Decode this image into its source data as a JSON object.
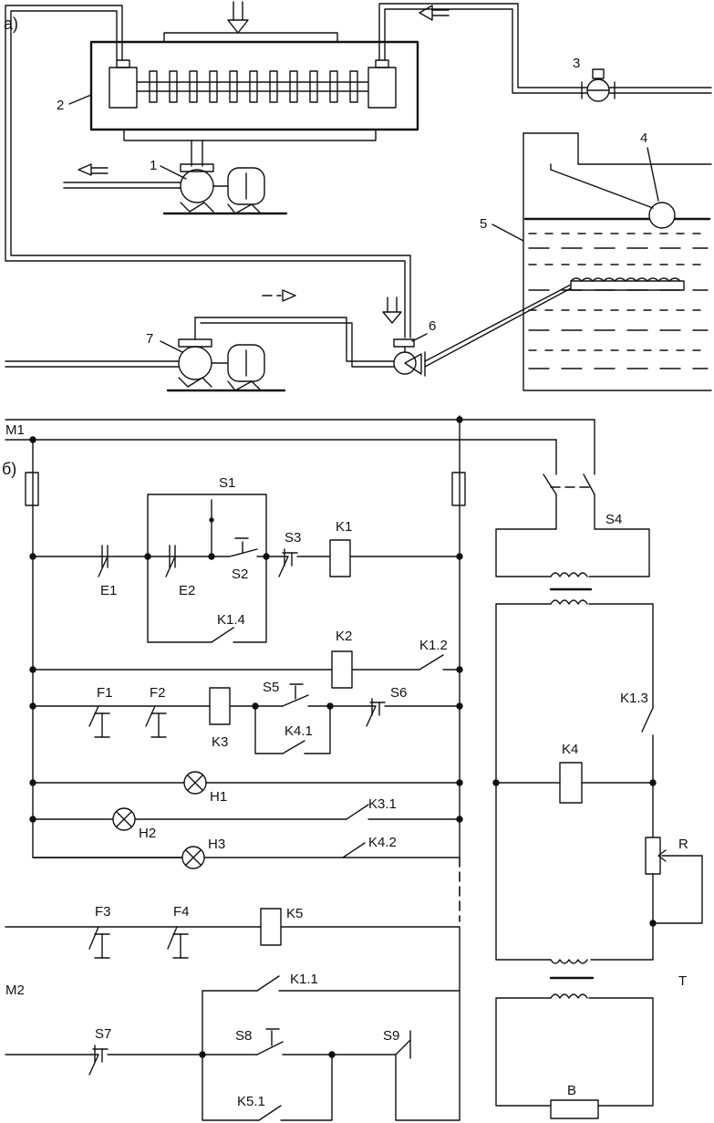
{
  "panels": {
    "a": "а)",
    "b": "б)"
  },
  "numbers": [
    "1",
    "2",
    "3",
    "4",
    "5",
    "6",
    "7"
  ],
  "power": {
    "m1": "M1",
    "m2": "M2"
  },
  "switches": {
    "s1": "S1",
    "s2": "S2",
    "s3": "S3",
    "s4": "S4",
    "s5": "S5",
    "s6": "S6",
    "s7": "S7",
    "s8": "S8",
    "s9": "S9"
  },
  "electrodes": {
    "e1": "E1",
    "e2": "E2"
  },
  "relays": {
    "k1": "K1",
    "k2": "K2",
    "k3": "K3",
    "k4": "K4",
    "k5": "K5"
  },
  "contacts": {
    "k1_1": "K1.1",
    "k1_2": "K1.2",
    "k1_3": "K1.3",
    "k1_4": "K1.4",
    "k3_1": "K3.1",
    "k4_1": "K4.1",
    "k4_2": "K4.2",
    "k5_1": "K5.1"
  },
  "thermal": {
    "f1": "F1",
    "f2": "F2",
    "f3": "F3",
    "f4": "F4"
  },
  "lamps": {
    "h1": "H1",
    "h2": "H2",
    "h3": "H3"
  },
  "other": {
    "r": "R",
    "t": "T",
    "b": "B"
  }
}
